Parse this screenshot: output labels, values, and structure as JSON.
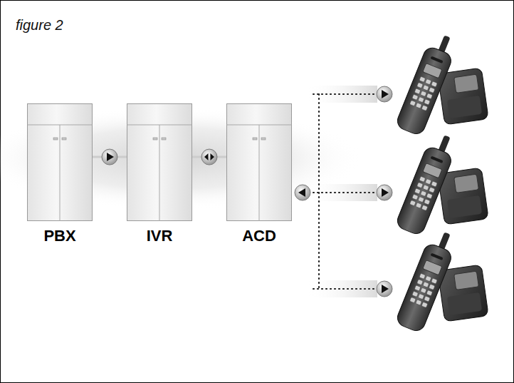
{
  "diagram": {
    "title": "figure 2",
    "nodes": [
      {
        "text": [
          "PBX"
        ]
      },
      {
        "text": [
          "IVR"
        ]
      },
      {
        "text": [
          "ACD"
        ]
      }
    ],
    "edges": [
      {
        "from": 0,
        "to": 1,
        "arrow": "to"
      },
      {
        "from": 1,
        "to": 2,
        "arrow": "both"
      }
    ]
  }
}
